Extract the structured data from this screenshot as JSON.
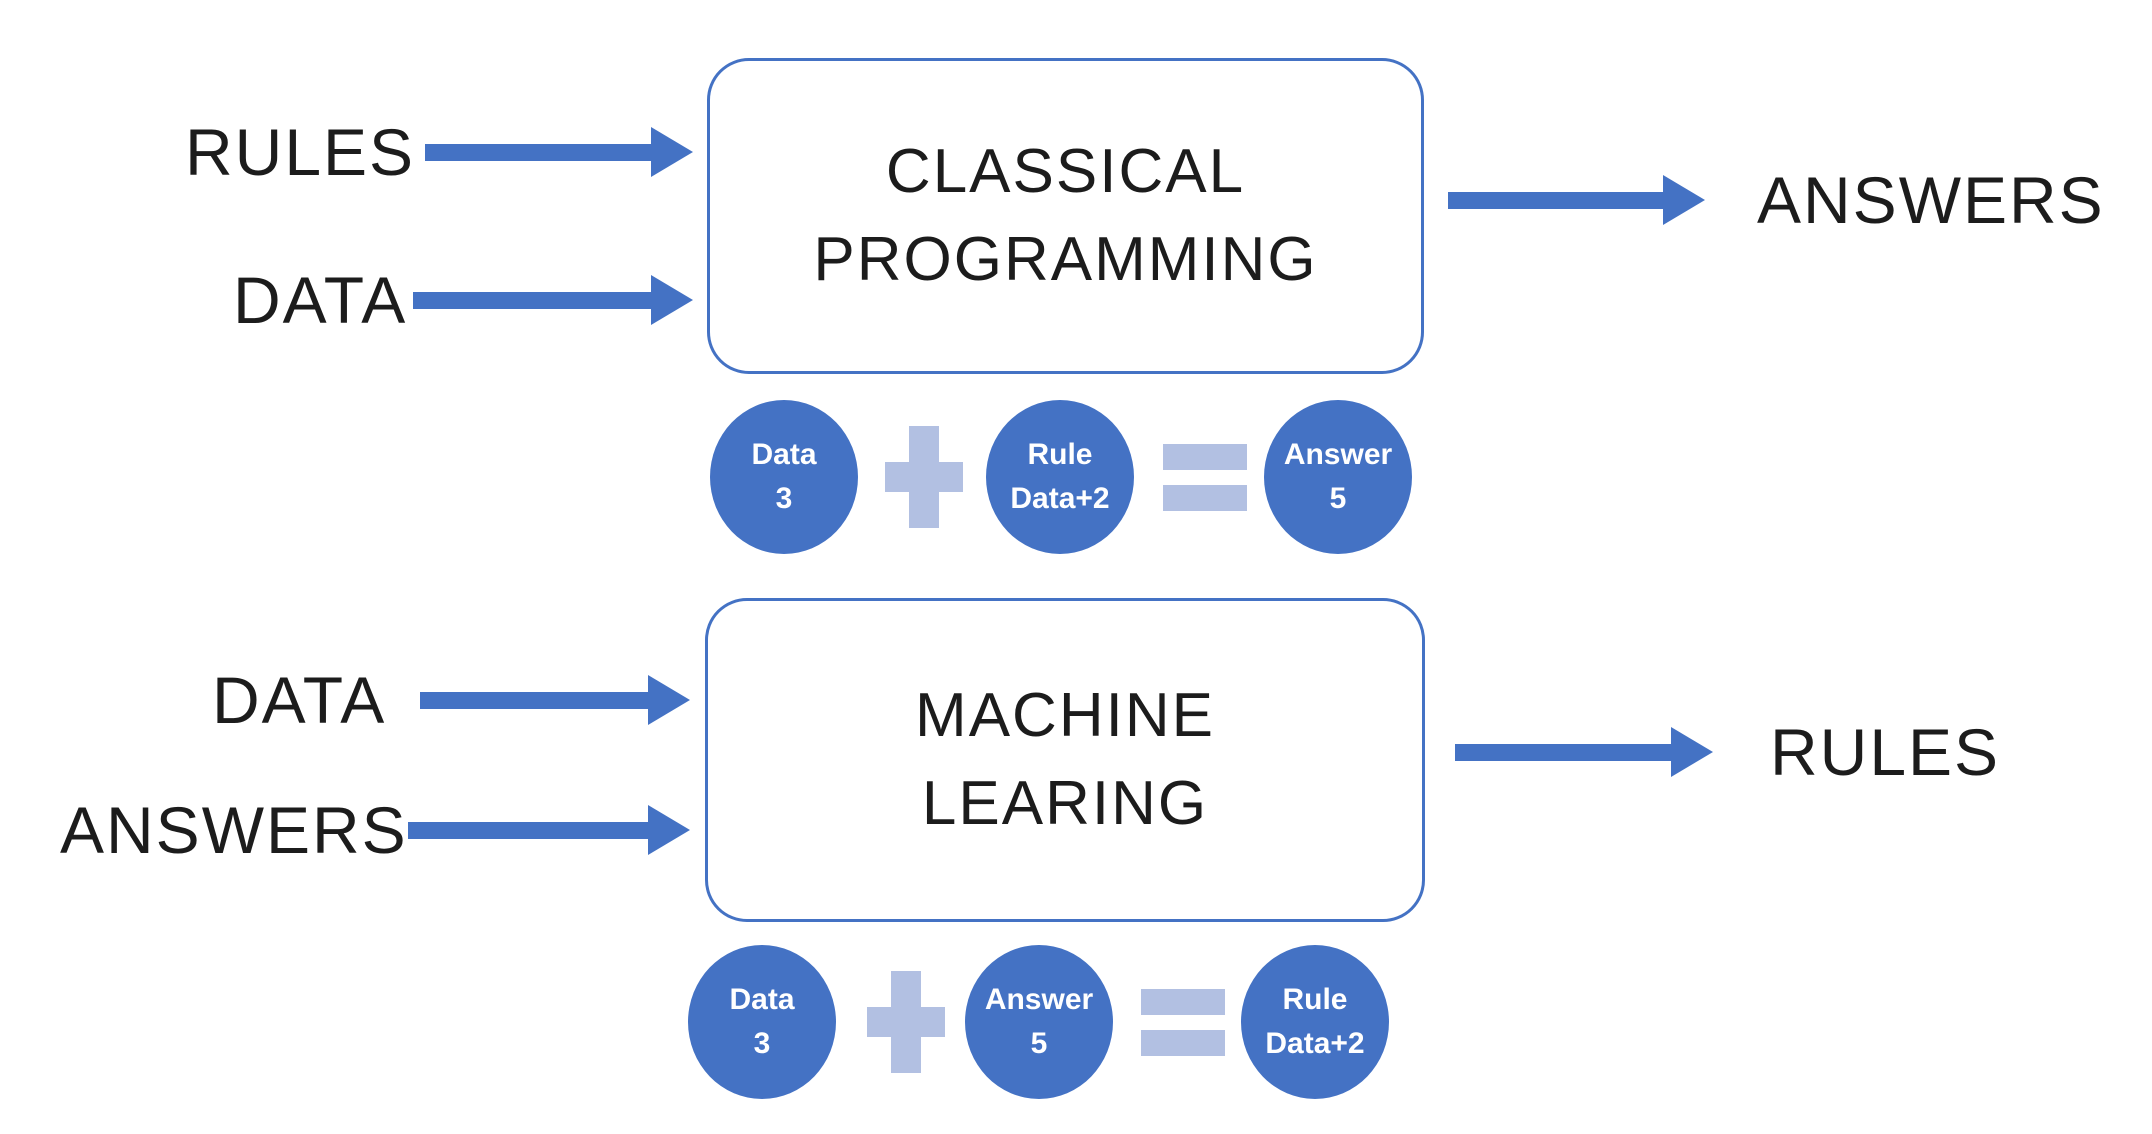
{
  "colors": {
    "accent_blue": "#4472C4",
    "operator_light_blue": "#B2C0E2",
    "label_text": "#1c1c1c",
    "circle_text": "#ffffff",
    "background": "#ffffff"
  },
  "rows": [
    {
      "box": {
        "line1": "CLASSICAL",
        "line2": "PROGRAMMING"
      },
      "inputs": [
        {
          "label": "RULES"
        },
        {
          "label": "DATA"
        }
      ],
      "output": {
        "label": "ANSWERS"
      },
      "equation": {
        "operand1": {
          "label": "Data",
          "value": "3"
        },
        "operator1": "plus",
        "operand2": {
          "label": "Rule",
          "value": "Data+2"
        },
        "operator2": "equals",
        "result": {
          "label": "Answer",
          "value": "5"
        }
      }
    },
    {
      "box": {
        "line1": "MACHINE",
        "line2": "LEARING"
      },
      "inputs": [
        {
          "label": "DATA"
        },
        {
          "label": "ANSWERS"
        }
      ],
      "output": {
        "label": "RULES"
      },
      "equation": {
        "operand1": {
          "label": "Data",
          "value": "3"
        },
        "operator1": "plus",
        "operand2": {
          "label": "Answer",
          "value": "5"
        },
        "operator2": "equals",
        "result": {
          "label": "Rule",
          "value": "Data+2"
        }
      }
    }
  ]
}
